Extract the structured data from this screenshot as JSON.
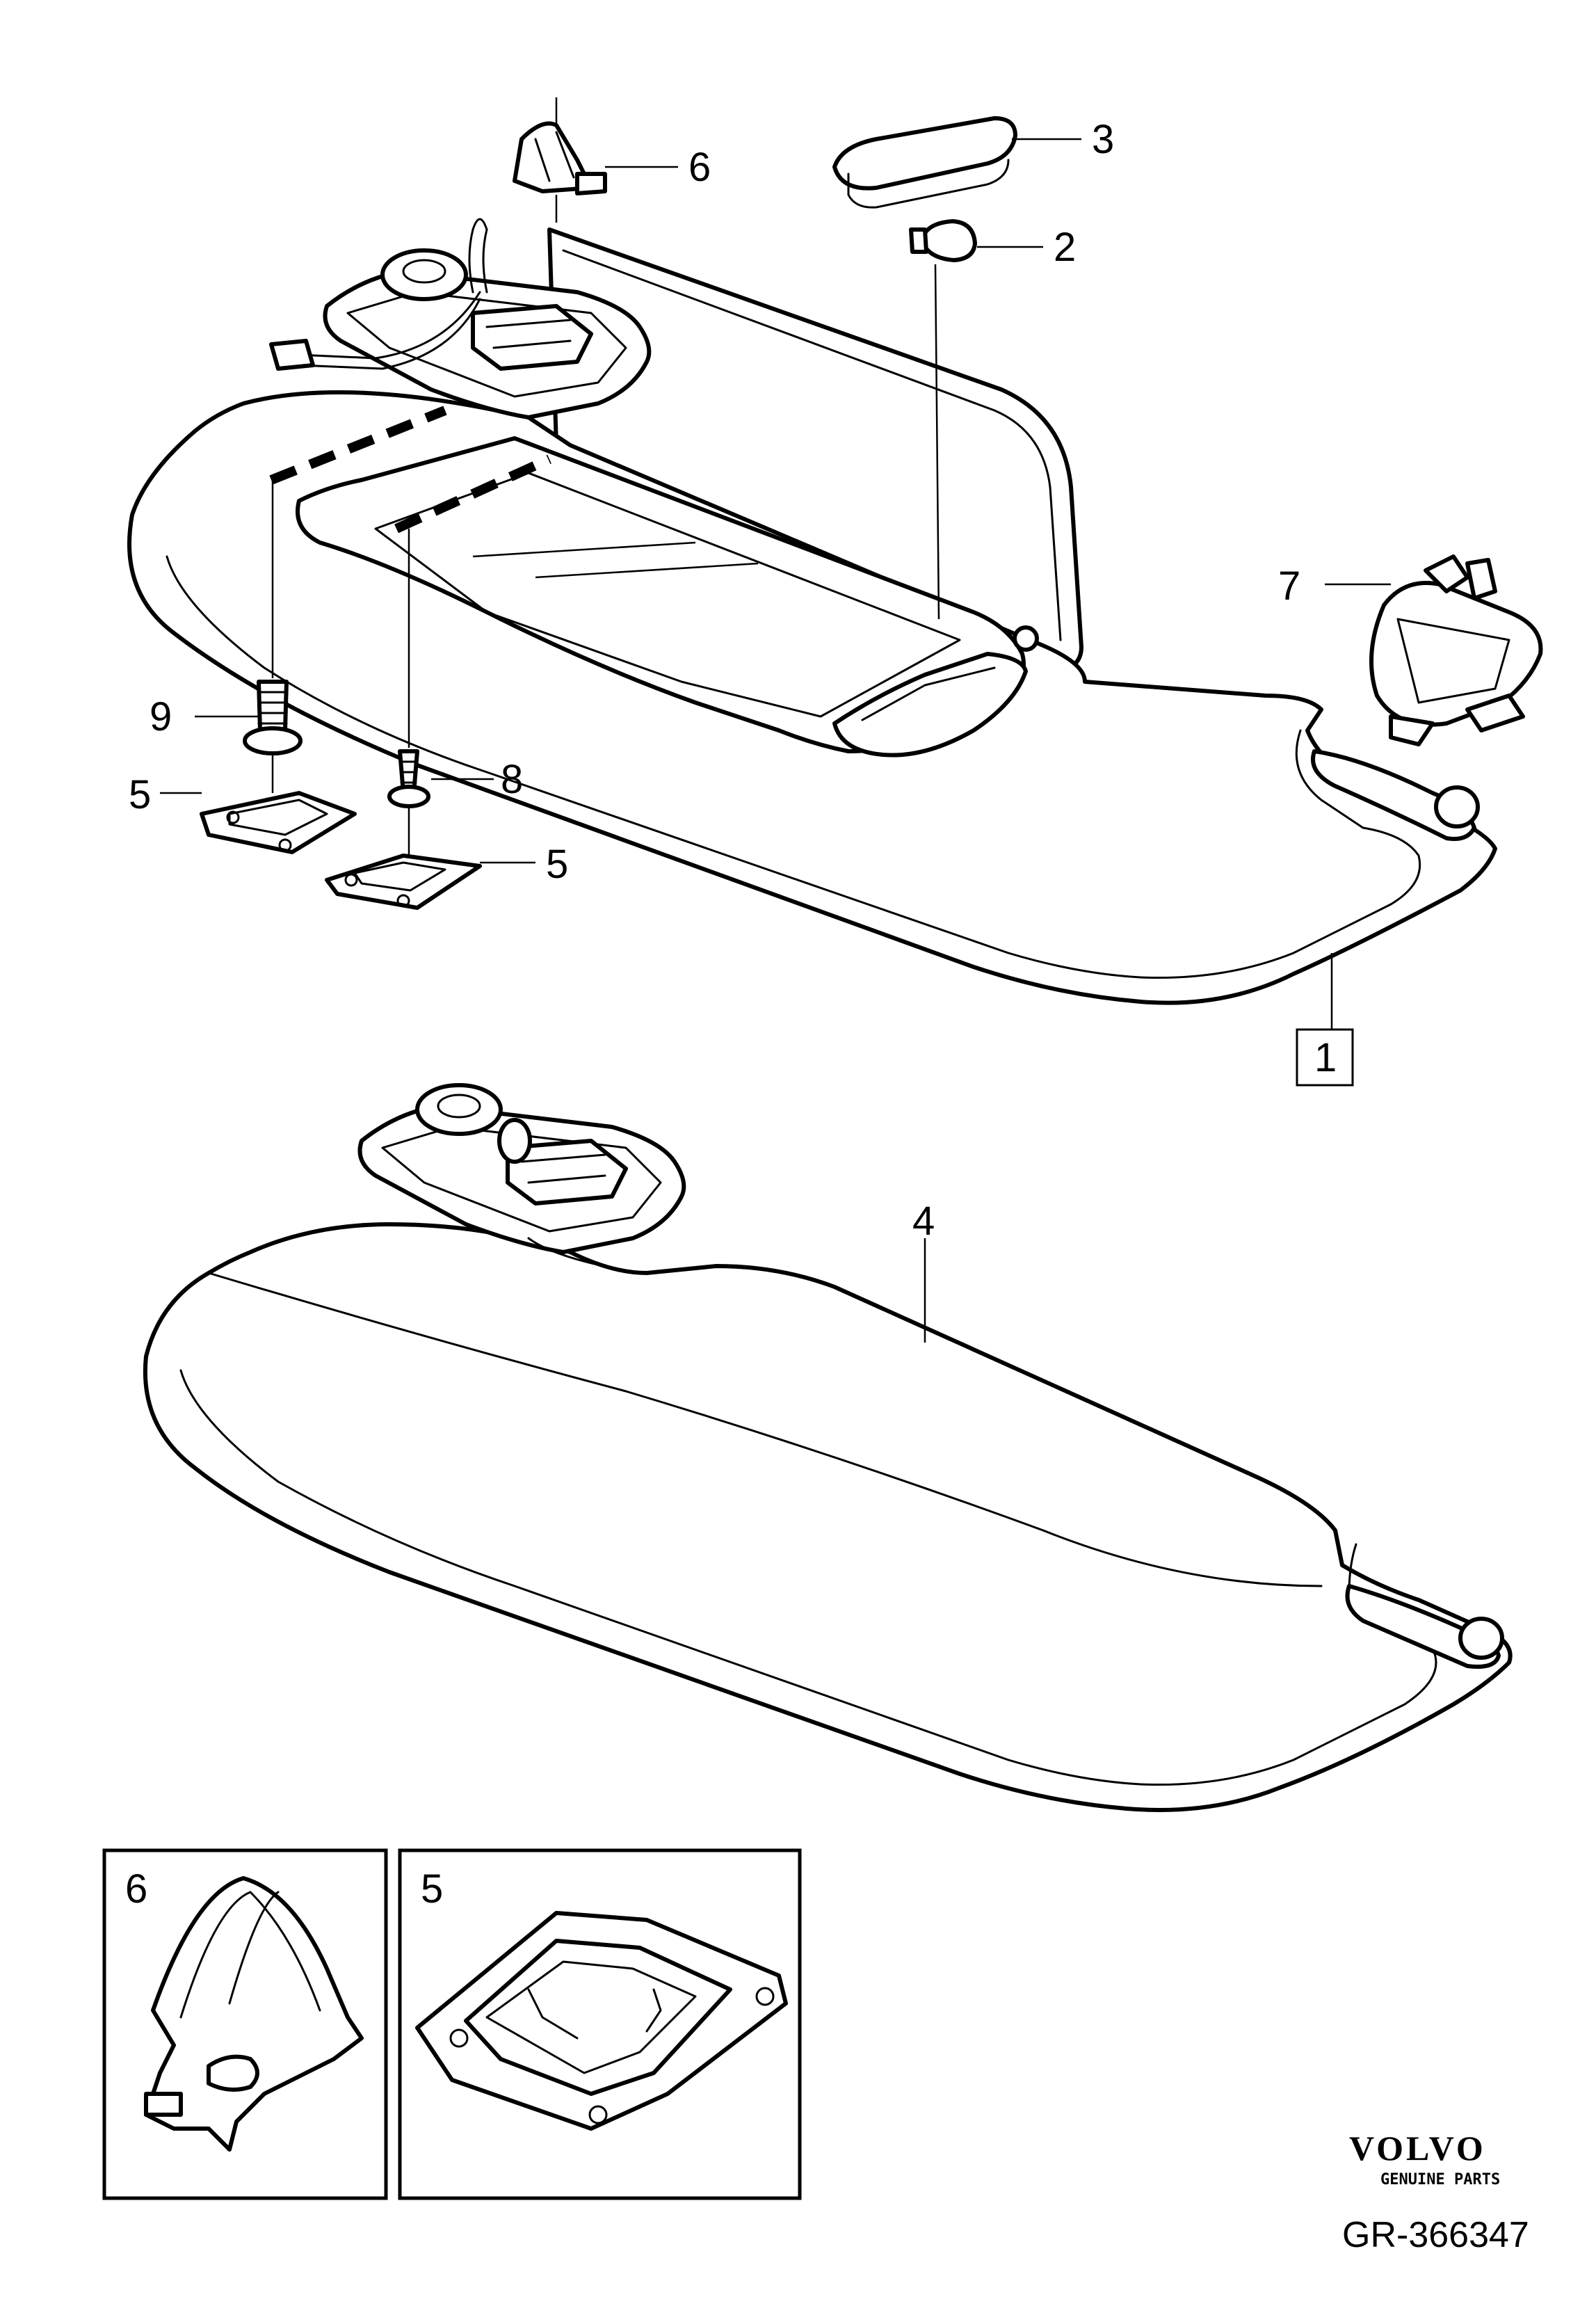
{
  "callouts": {
    "c1": "1",
    "c2": "2",
    "c3": "3",
    "c4": "4",
    "c5a": "5",
    "c5b": "5",
    "c6": "6",
    "c7": "7",
    "c8": "8",
    "c9": "9"
  },
  "detail_boxes": {
    "box6_label": "6",
    "box5_label": "5"
  },
  "brand": {
    "logo_text": "VOLVO",
    "tagline": "GENUINE PARTS",
    "reference": "GR-366347"
  }
}
